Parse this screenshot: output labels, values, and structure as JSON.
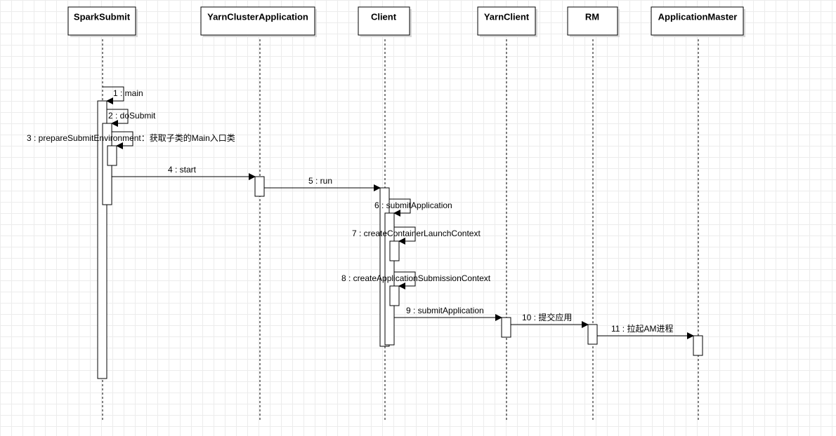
{
  "lifelines": [
    {
      "id": "sparksubmit",
      "label": "SparkSubmit"
    },
    {
      "id": "yarnclusterapplication",
      "label": "YarnClusterApplication"
    },
    {
      "id": "client",
      "label": "Client"
    },
    {
      "id": "yarnclient",
      "label": "YarnClient"
    },
    {
      "id": "rm",
      "label": "RM"
    },
    {
      "id": "applicationmaster",
      "label": "ApplicationMaster"
    }
  ],
  "messages": [
    {
      "id": "m1",
      "label": "1 : main",
      "from": "sparksubmit",
      "to": "sparksubmit"
    },
    {
      "id": "m2",
      "label": "2 : doSubmit",
      "from": "sparksubmit",
      "to": "sparksubmit"
    },
    {
      "id": "m3",
      "label": "3 : prepareSubmitEnvironment：获取子类的Main入口类",
      "from": "sparksubmit",
      "to": "sparksubmit"
    },
    {
      "id": "m4",
      "label": "4 : start",
      "from": "sparksubmit",
      "to": "yarnclusterapplication"
    },
    {
      "id": "m5",
      "label": "5 : run",
      "from": "yarnclusterapplication",
      "to": "client"
    },
    {
      "id": "m6",
      "label": "6 : submitApplication",
      "from": "client",
      "to": "client"
    },
    {
      "id": "m7",
      "label": "7 : createContainerLaunchContext",
      "from": "client",
      "to": "client"
    },
    {
      "id": "m8",
      "label": "8 : createApplicationSubmissionContext",
      "from": "client",
      "to": "client"
    },
    {
      "id": "m9",
      "label": "9 : submitApplication",
      "from": "client",
      "to": "yarnclient"
    },
    {
      "id": "m10",
      "label": "10 : 提交应用",
      "from": "yarnclient",
      "to": "rm"
    },
    {
      "id": "m11",
      "label": "11 : 拉起AM进程",
      "from": "rm",
      "to": "applicationmaster"
    }
  ]
}
